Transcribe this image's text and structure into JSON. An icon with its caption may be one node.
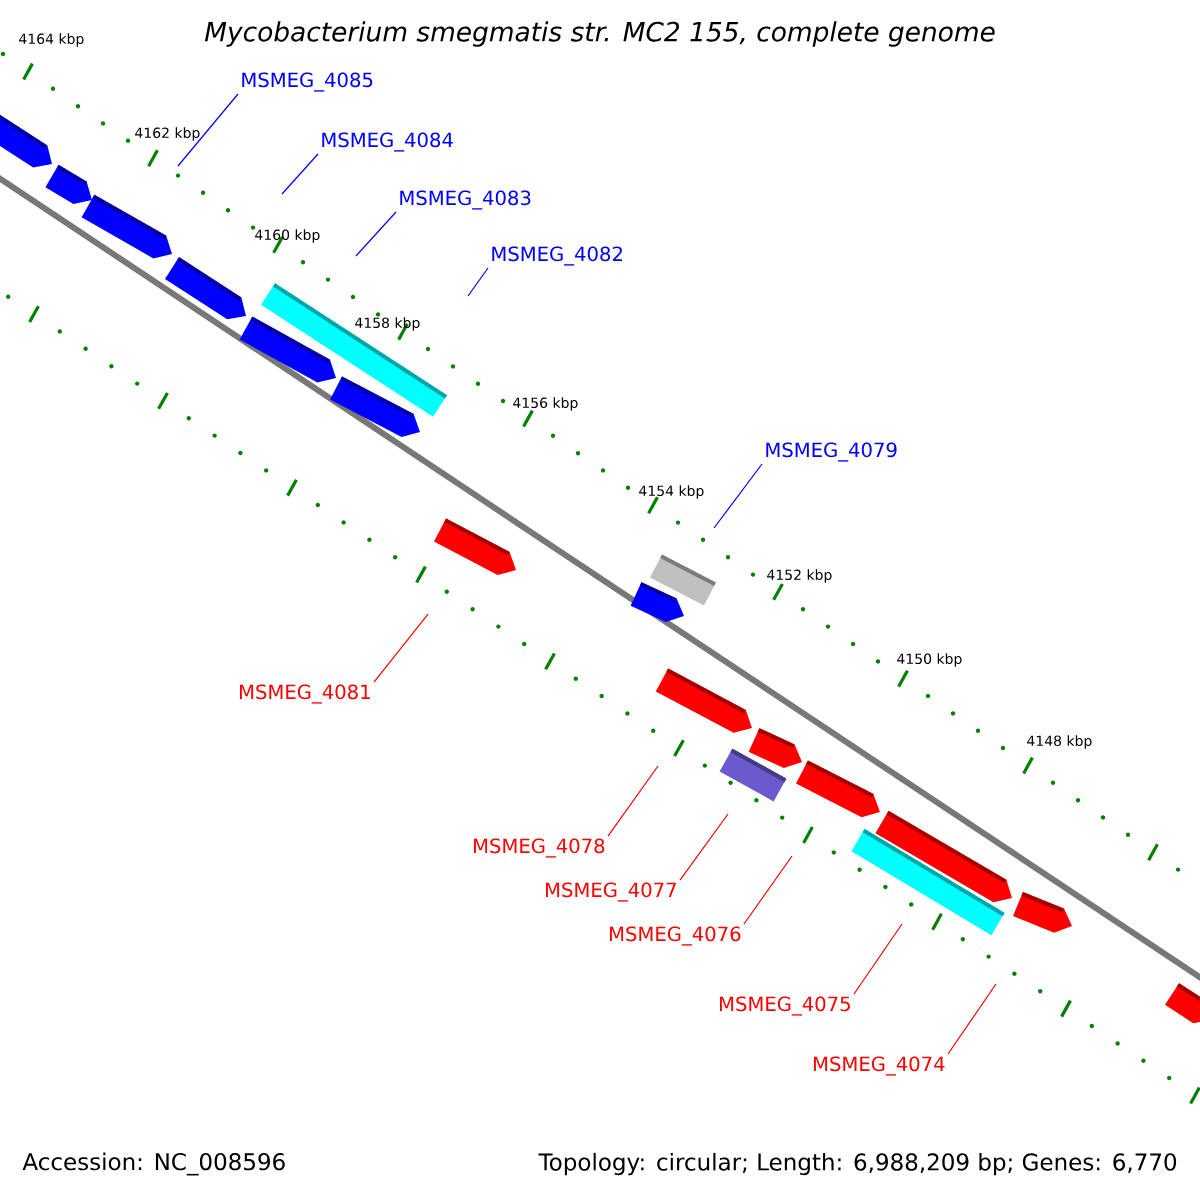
{
  "diagram": {
    "title": "*Mycobacterium smegmatis* str. MC2 155, complete genome",
    "nodes": [
      {
        "text": [
          "MSMEG_4085"
        ]
      },
      {
        "text": [
          "MSMEG_4084"
        ]
      },
      {
        "text": [
          "MSMEG_4083"
        ]
      },
      {
        "text": [
          "MSMEG_4082"
        ]
      },
      {
        "text": [
          "MSMEG_4079"
        ]
      },
      {
        "text": [
          "MSMEG_4081"
        ]
      },
      {
        "text": [
          "MSMEG_4078"
        ]
      },
      {
        "text": [
          "MSMEG_4077"
        ]
      },
      {
        "text": [
          "MSMEG_4076"
        ]
      },
      {
        "text": [
          "MSMEG_4075"
        ]
      },
      {
        "text": [
          "MSMEG_4074"
        ]
      }
    ],
    "edges": [
      {
        "from": 0,
        "to": null,
        "arrow": "none",
        "color": "#0000ff"
      },
      {
        "from": 1,
        "to": null,
        "arrow": "none",
        "color": "#0000ff"
      },
      {
        "from": 2,
        "to": null,
        "arrow": "none",
        "color": "#0000ff"
      },
      {
        "from": 3,
        "to": null,
        "arrow": "none",
        "color": "#0000ff"
      },
      {
        "from": 4,
        "to": null,
        "arrow": "none",
        "color": "#0000ff"
      },
      {
        "from": 5,
        "to": null,
        "arrow": "none"
      },
      {
        "from": 6,
        "to": null,
        "arrow": "none"
      },
      {
        "from": 7,
        "to": null,
        "arrow": "none"
      },
      {
        "from": 8,
        "to": null,
        "arrow": "none"
      },
      {
        "from": 9,
        "to": null,
        "arrow": "none"
      },
      {
        "from": 10,
        "to": null,
        "arrow": "none"
      }
    ],
    "labels": [
      "4164 kbp",
      "4162 kbp",
      "4160 kbp",
      "4158 kbp",
      "4156 kbp",
      "4154 kbp",
      "4152 kbp",
      "4150 kbp",
      "4148 kbp",
      "Accession: NC_008596",
      "Topology: circular; Length: 6,988,209 bp; Genes: 6,770"
    ]
  }
}
